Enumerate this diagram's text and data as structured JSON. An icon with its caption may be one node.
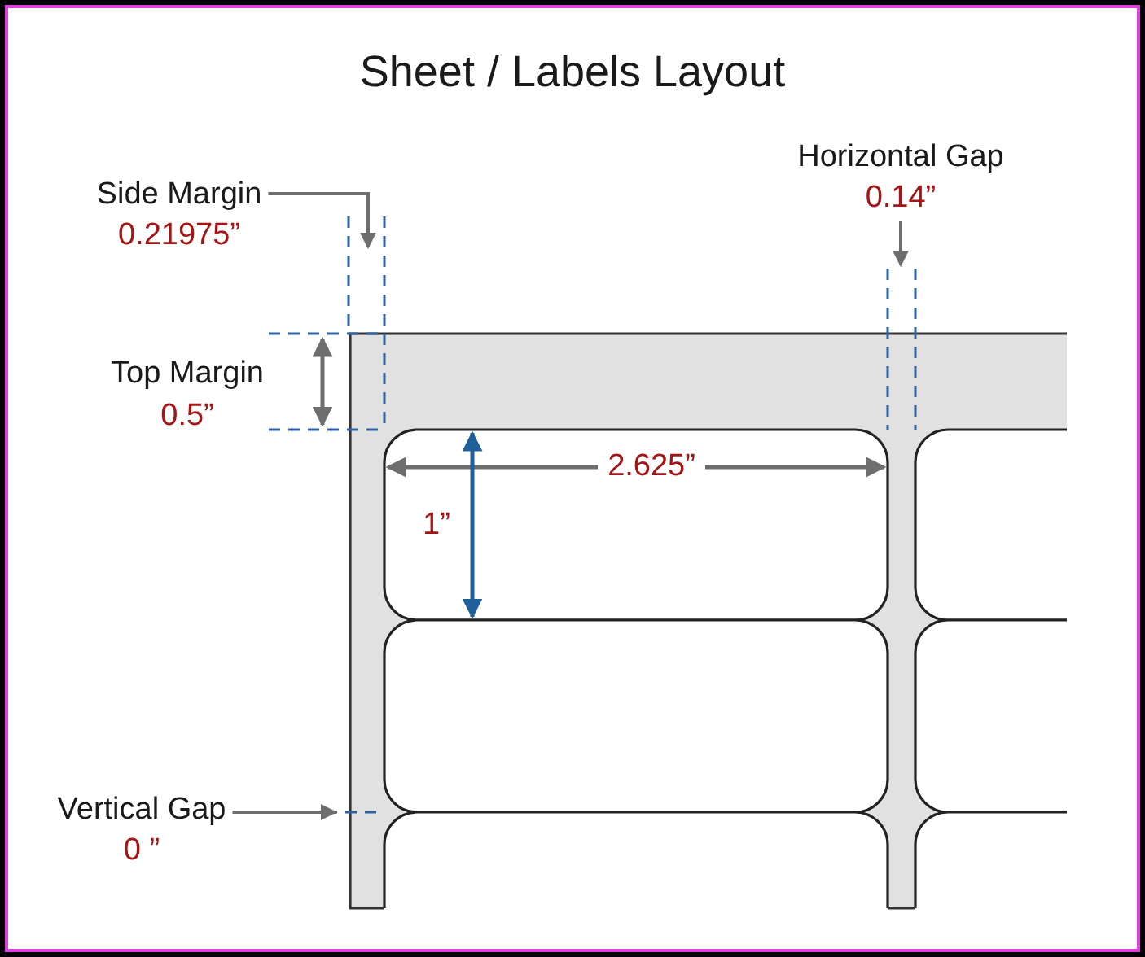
{
  "diagram": {
    "title": "Sheet / Labels Layout",
    "nodes": [
      {
        "text": [
          "Side Margin",
          "0.21975”"
        ]
      },
      {
        "text": [
          "Horizontal Gap",
          "0.14”"
        ]
      },
      {
        "text": [
          "Vertical Gap",
          "0 ”"
        ]
      }
    ],
    "edges": [
      {
        "from": 0,
        "to": null,
        "arrow": "to"
      },
      {
        "from": 1,
        "to": null,
        "arrow": "to"
      },
      {
        "from": 2,
        "to": null,
        "arrow": "to"
      }
    ],
    "labels": [
      "Top Margin",
      "0.5”",
      "2.625”",
      "1”"
    ]
  }
}
